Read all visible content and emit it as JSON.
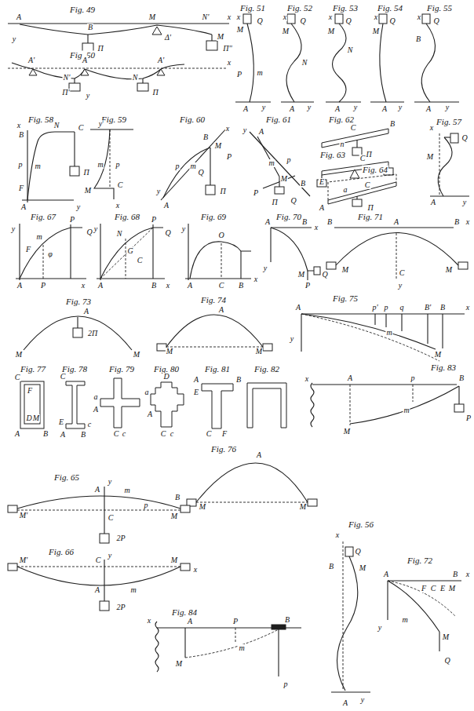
{
  "diagram": {
    "labels": [
      "Fig. 49",
      "A",
      "y",
      "B",
      "Π",
      "M",
      "Δ'",
      "N'",
      "x",
      "Π''",
      "M",
      "Fig. 50",
      "A'",
      "A",
      "A'",
      "N'",
      "Π'",
      "N",
      "Π",
      "y",
      "x",
      "Fig. 51",
      "x",
      "Q",
      "M",
      "P",
      "m",
      "A",
      "y",
      "Fig. 52",
      "x",
      "Q",
      "M",
      "N",
      "A",
      "y",
      "Fig. 53",
      "x",
      "Q",
      "M",
      "N",
      "A",
      "y",
      "Fig. 54",
      "x",
      "Q",
      "M",
      "A",
      "y",
      "Fig. 55",
      "x",
      "Q",
      "B",
      "A",
      "y",
      "Fig. 58",
      "x",
      "B",
      "N",
      "C",
      "p",
      "m",
      "F",
      "Π",
      "A",
      "y",
      "Fig. 59",
      "y",
      "m",
      "p",
      "M",
      "C",
      "x",
      "Fig. 60",
      "x",
      "B",
      "M",
      "P",
      "p",
      "m",
      "Q",
      "A",
      "y",
      "Π",
      "Fig. 61",
      "y",
      "A",
      "m",
      "p",
      "M",
      "B",
      "P",
      "Π",
      "Q",
      "Fig. 62",
      "C",
      "B",
      "n",
      "Π",
      "Fig. 63",
      "C",
      "Fig. 64",
      "E",
      "C",
      "a",
      "A",
      "Π",
      "Fig. 57",
      "x",
      "Q",
      "M",
      "A",
      "y",
      "Fig. 67",
      "y",
      "m",
      "F",
      "φ",
      "P",
      "Q",
      "A",
      "P",
      "x",
      "Fig. 68",
      "y",
      "N",
      "G",
      "C",
      "P",
      "Q",
      "A",
      "B",
      "x",
      "Fig. 69",
      "y",
      "O",
      "A",
      "C",
      "B",
      "x",
      "Fig. 70",
      "A",
      "B",
      "x",
      "y",
      "M",
      "Q",
      "P",
      "Fig. 71",
      "B",
      "A",
      "B",
      "x",
      "M",
      "M",
      "C",
      "y",
      "Fig. 73",
      "A",
      "2Π",
      "M",
      "M",
      "Fig. 74",
      "A",
      "M",
      "M",
      "Fig. 75",
      "A",
      "p'",
      "p",
      "q",
      "B'",
      "B",
      "x",
      "y",
      "m",
      "M",
      "Fig. 77",
      "C",
      "F",
      "D",
      "M",
      "A",
      "B",
      "Fig. 78",
      "C",
      "E",
      "A",
      "B",
      "c",
      "Fig. 79",
      "a",
      "A",
      "C",
      "c",
      "Fig. 80",
      "D",
      "a",
      "A",
      "C",
      "c",
      "Fig. 81",
      "A",
      "B",
      "E",
      "C",
      "F",
      "Fig. 82",
      "Fig. 83",
      "x",
      "A",
      "p",
      "B",
      "m",
      "M",
      "P",
      "Fig. 76",
      "A",
      "M",
      "M",
      "Fig. 65",
      "y",
      "M'",
      "A",
      "B",
      "m",
      "p",
      "C",
      "M",
      "2P",
      "Fig. 66",
      "y",
      "M'",
      "C",
      "m",
      "A",
      "M",
      "x",
      "2P",
      "Fig. 84",
      "x",
      "A",
      "P",
      "B",
      "m",
      "M",
      "p",
      "Fig. 56",
      "x",
      "Q",
      "B",
      "M",
      "A",
      "y",
      "Fig. 72",
      "A",
      "B",
      "x",
      "F",
      "C",
      "E",
      "M",
      "m",
      "y",
      "M",
      "Q"
    ]
  }
}
